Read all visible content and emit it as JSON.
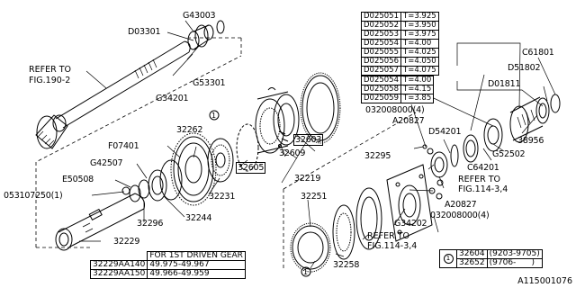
{
  "diagram_id": "A115001076",
  "labels": {
    "g43003": "G43003",
    "d03301": "D03301",
    "g53301": "G53301",
    "g34201": "G34201",
    "refer190_line1": "REFER TO",
    "refer190_line2": "FIG.190-2",
    "f07401": "F07401",
    "g42507": "G42507",
    "e50508": "E50508",
    "p053107250": "053107250(1)",
    "p32262": "32262",
    "p32231": "32231",
    "p32244": "32244",
    "p32296": "32296",
    "p32229": "32229",
    "p32603": "32603",
    "p32605": "32605",
    "p32609": "32609",
    "p32219": "32219",
    "p32295": "32295",
    "p32251": "32251",
    "p32258": "32258",
    "g34202": "G34202",
    "p032008000_top": "032008000(4)",
    "p032008000_bot": "032008000(4)",
    "a20827_top": "A20827",
    "a20827_bot": "A20827",
    "d54201": "D54201",
    "c64201": "C64201",
    "refer114a_line1": "REFER TO",
    "refer114a_line2": "FIG.114-3,4",
    "refer114b_line1": "REFER TO",
    "refer114b_line2": "FIG.114-3,4",
    "g52502": "G52502",
    "p38956": "38956",
    "d01811": "D01811",
    "d51802": "D51802",
    "c61801": "C61801",
    "marker1": "1"
  },
  "shim_table_top": [
    {
      "part": "D025051",
      "thickness": "T=3.925"
    },
    {
      "part": "D025052",
      "thickness": "T=3.950"
    },
    {
      "part": "D025053",
      "thickness": "T=3.975"
    },
    {
      "part": "D025054",
      "thickness": "T=4.00"
    },
    {
      "part": "D025055",
      "thickness": "T=4.025"
    },
    {
      "part": "D025056",
      "thickness": "T=4.050"
    },
    {
      "part": "D025057",
      "thickness": "T=4.075"
    }
  ],
  "shim_table_bottom": [
    {
      "part": "D025054",
      "thickness": "T=4.00"
    },
    {
      "part": "D025058",
      "thickness": "T=4.15"
    },
    {
      "part": "D025059",
      "thickness": "T=3.85"
    }
  ],
  "gear_table": {
    "header": "FOR 1ST DRIVEN GEAR",
    "rows": [
      {
        "part": "32229AA140",
        "value": "49.975-49.967"
      },
      {
        "part": "32229AA150",
        "value": "49.966-49.959"
      }
    ]
  },
  "legend_table": {
    "marker": "1",
    "rows": [
      {
        "part": "32604",
        "range": "(9203-9705)"
      },
      {
        "part": "32652",
        "range": "(9706-      )"
      }
    ]
  }
}
